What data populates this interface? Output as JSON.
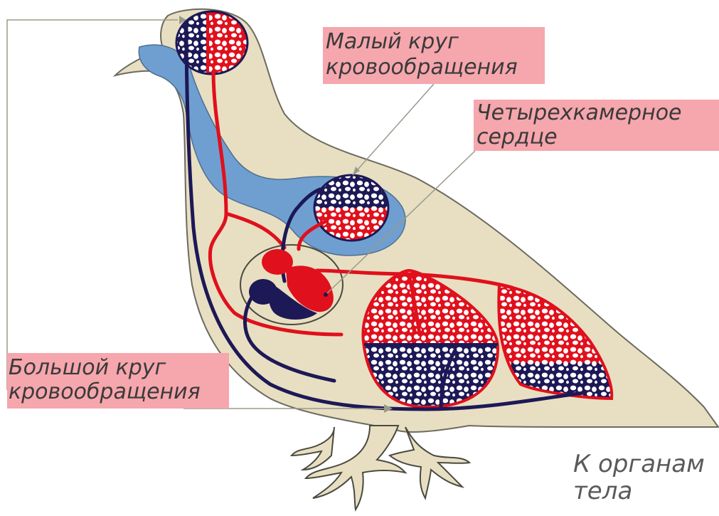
{
  "labels": {
    "pulmonary": {
      "line1": "Малый круг",
      "line2": "кровообращения"
    },
    "heart": {
      "line1": "Четырехкамерное",
      "line2": "сердце"
    },
    "systemic": {
      "line1": "Большой круг",
      "line2": "кровообращения"
    },
    "organs": {
      "line1": "К органам",
      "line2": "тела"
    }
  },
  "colors": {
    "body": "#e8dfc2",
    "outline": "#6b6b60",
    "arterial": "#e0101c",
    "venous": "#1d1856",
    "lung": "#6f9fd1",
    "label_bg": "#f6a6ad",
    "pointer": "#9a9a8a"
  }
}
